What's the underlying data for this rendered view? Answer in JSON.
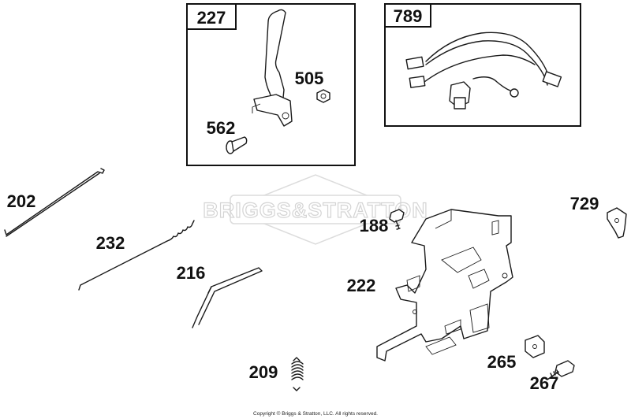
{
  "watermark": "BRIGGS&STRATTON",
  "copyright": "Copyright © Briggs & Stratton, LLC. All rights reserved.",
  "boxes": {
    "left_box_label": "227",
    "right_box_label": "789"
  },
  "callouts": {
    "p505": "505",
    "p562": "562",
    "p202": "202",
    "p232": "232",
    "p216": "216",
    "p188": "188",
    "p222": "222",
    "p729": "729",
    "p209": "209",
    "p265": "265",
    "p267": "267"
  }
}
